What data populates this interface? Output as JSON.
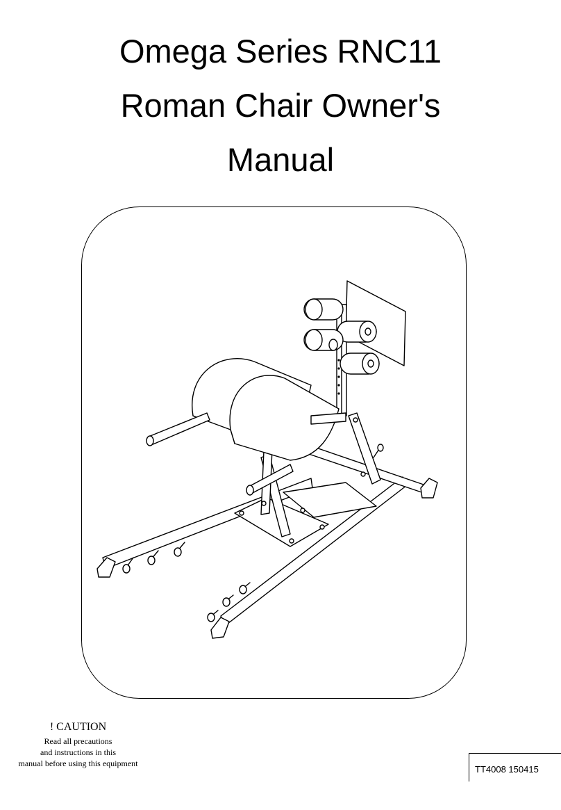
{
  "title": {
    "line1": "Omega Series RNC11",
    "line2": "Roman Chair Owner's",
    "line3": "Manual"
  },
  "illustration": {
    "subject": "roman-chair-line-drawing"
  },
  "caution": {
    "heading": "! CAUTION",
    "line1": "Read all precautions",
    "line2": "and instructions in this",
    "line3": "manual before using this equipment"
  },
  "document_code": "TT4008 150415"
}
